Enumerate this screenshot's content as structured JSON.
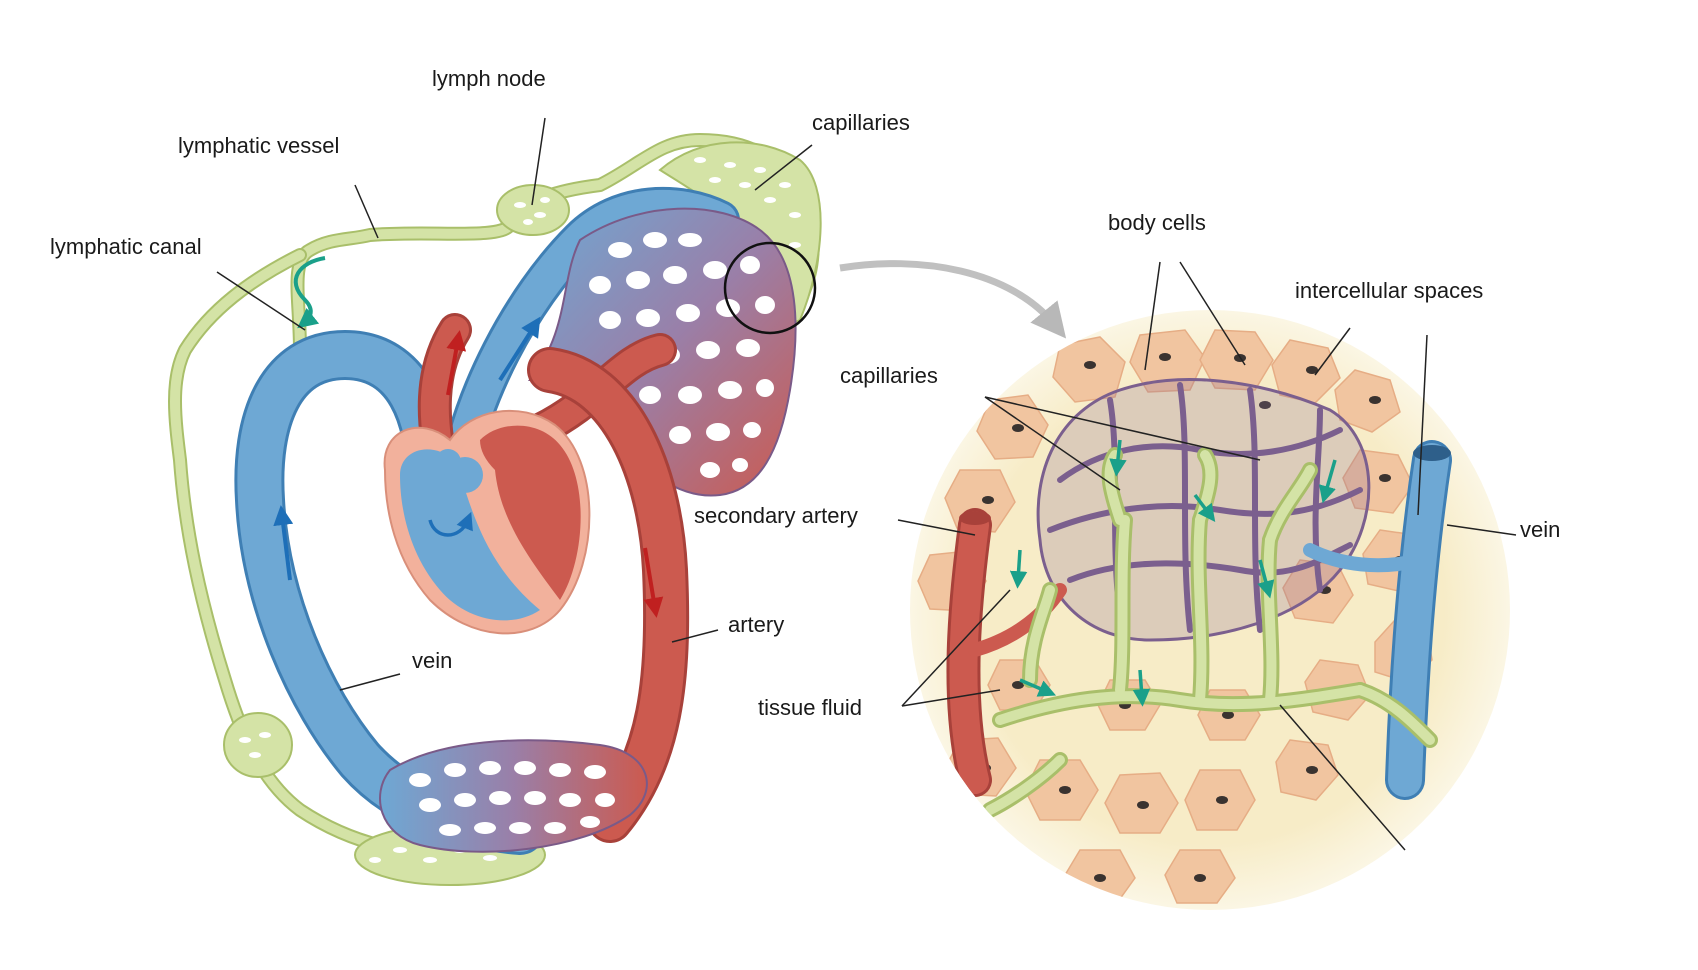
{
  "labels": {
    "lymph_node": "lymph node",
    "lymphatic_vessel": "lymphatic vessel",
    "lymphatic_canal": "lymphatic canal",
    "capillaries_left": "capillaries",
    "vein_left": "vein",
    "artery": "artery",
    "body_cells": "body cells",
    "intercellular_spaces": "intercellular spaces",
    "capillaries_right": "capillaries",
    "secondary_artery": "secondary artery",
    "vein_right": "vein",
    "tissue_fluid": "tissue fluid"
  },
  "colors": {
    "lymph": "#d4e3a6",
    "lymph_stroke": "#a9bf6a",
    "vein": "#6ea8d4",
    "artery": "#cc5a4f",
    "heart_outer": "#f2b19c",
    "flow_arrow_blue": "#1e6fb8",
    "flow_arrow_red": "#c02020",
    "flow_arrow_teal": "#1aa08a",
    "tissue_bg": "#f7ecc7",
    "cell": "#f1c5a0",
    "cell_nucleus": "#3a3330"
  }
}
